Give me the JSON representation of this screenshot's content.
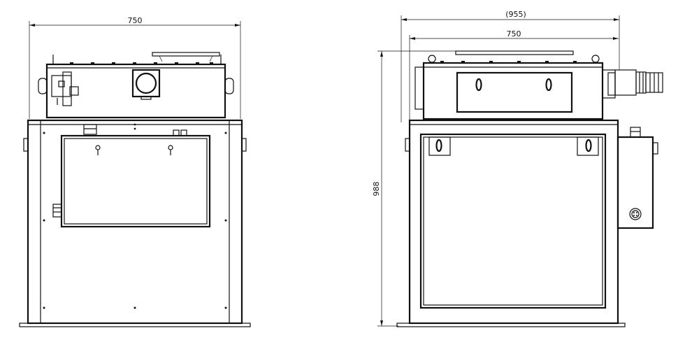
{
  "front_view": {
    "width_dimension": "750"
  },
  "side_view": {
    "overall_width_dimension": "(955)",
    "width_dimension": "750",
    "height_dimension": "988"
  }
}
